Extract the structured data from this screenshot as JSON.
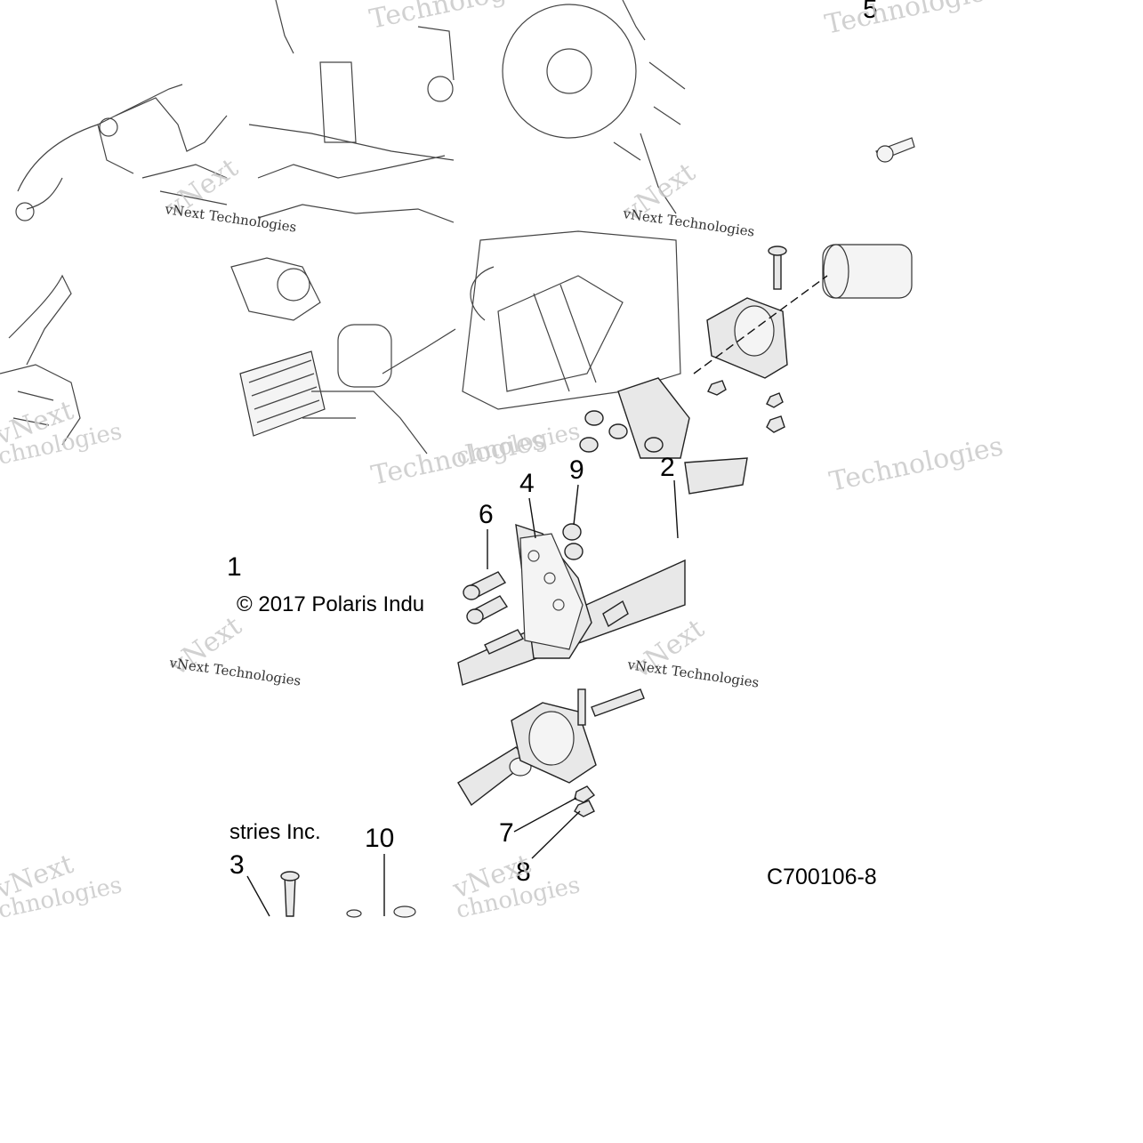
{
  "diagram": {
    "reference_code": "C700106-8",
    "copyright_line_1": "© 2017 Polaris Indu",
    "copyright_line_2": "stries Inc.",
    "callouts": [
      "1",
      "2",
      "3",
      "4",
      "5",
      "6",
      "7",
      "8",
      "9",
      "10"
    ],
    "watermarks": [
      "vNext Technologies",
      "Technologies",
      "vNext",
      "chnologies"
    ]
  }
}
